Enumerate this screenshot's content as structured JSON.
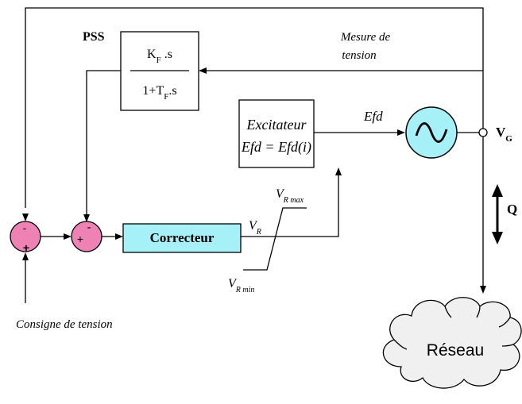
{
  "pss": {
    "title": "PSS",
    "numerator_main": "K",
    "numerator_sub": "F",
    "numerator_tail": " .s",
    "denominator_main": "1+T",
    "denominator_sub": "F",
    "denominator_tail": ".s"
  },
  "measure_label": {
    "line1": "Mesure de",
    "line2": "tension"
  },
  "exciter": {
    "line1": "Excitateur",
    "line2": "Efd = Efd(i)"
  },
  "efd_label": "Efd",
  "generator": {
    "symbol": "~",
    "vg_main": "V",
    "vg_sub": "G"
  },
  "q_label": "Q",
  "sum1": {
    "minus": "-",
    "plus": "+"
  },
  "sum2": {
    "plus": "+",
    "minus": "-"
  },
  "corrector_label": "Correcteur",
  "limiter": {
    "vr_main": "V",
    "vr_sub": "R",
    "vrmax_main": "V",
    "vrmax_sub": "R max",
    "vrmin_main": "V",
    "vrmin_sub": "R min"
  },
  "setpoint_label": "Consigne de tension",
  "network_label": "Réseau",
  "colors": {
    "summer_fill": "#ee82b4",
    "corrector_fill": "#a6f0f8",
    "generator_fill": "#a6f0f8",
    "network_fill": "#f0f0f0",
    "line": "#000000"
  }
}
